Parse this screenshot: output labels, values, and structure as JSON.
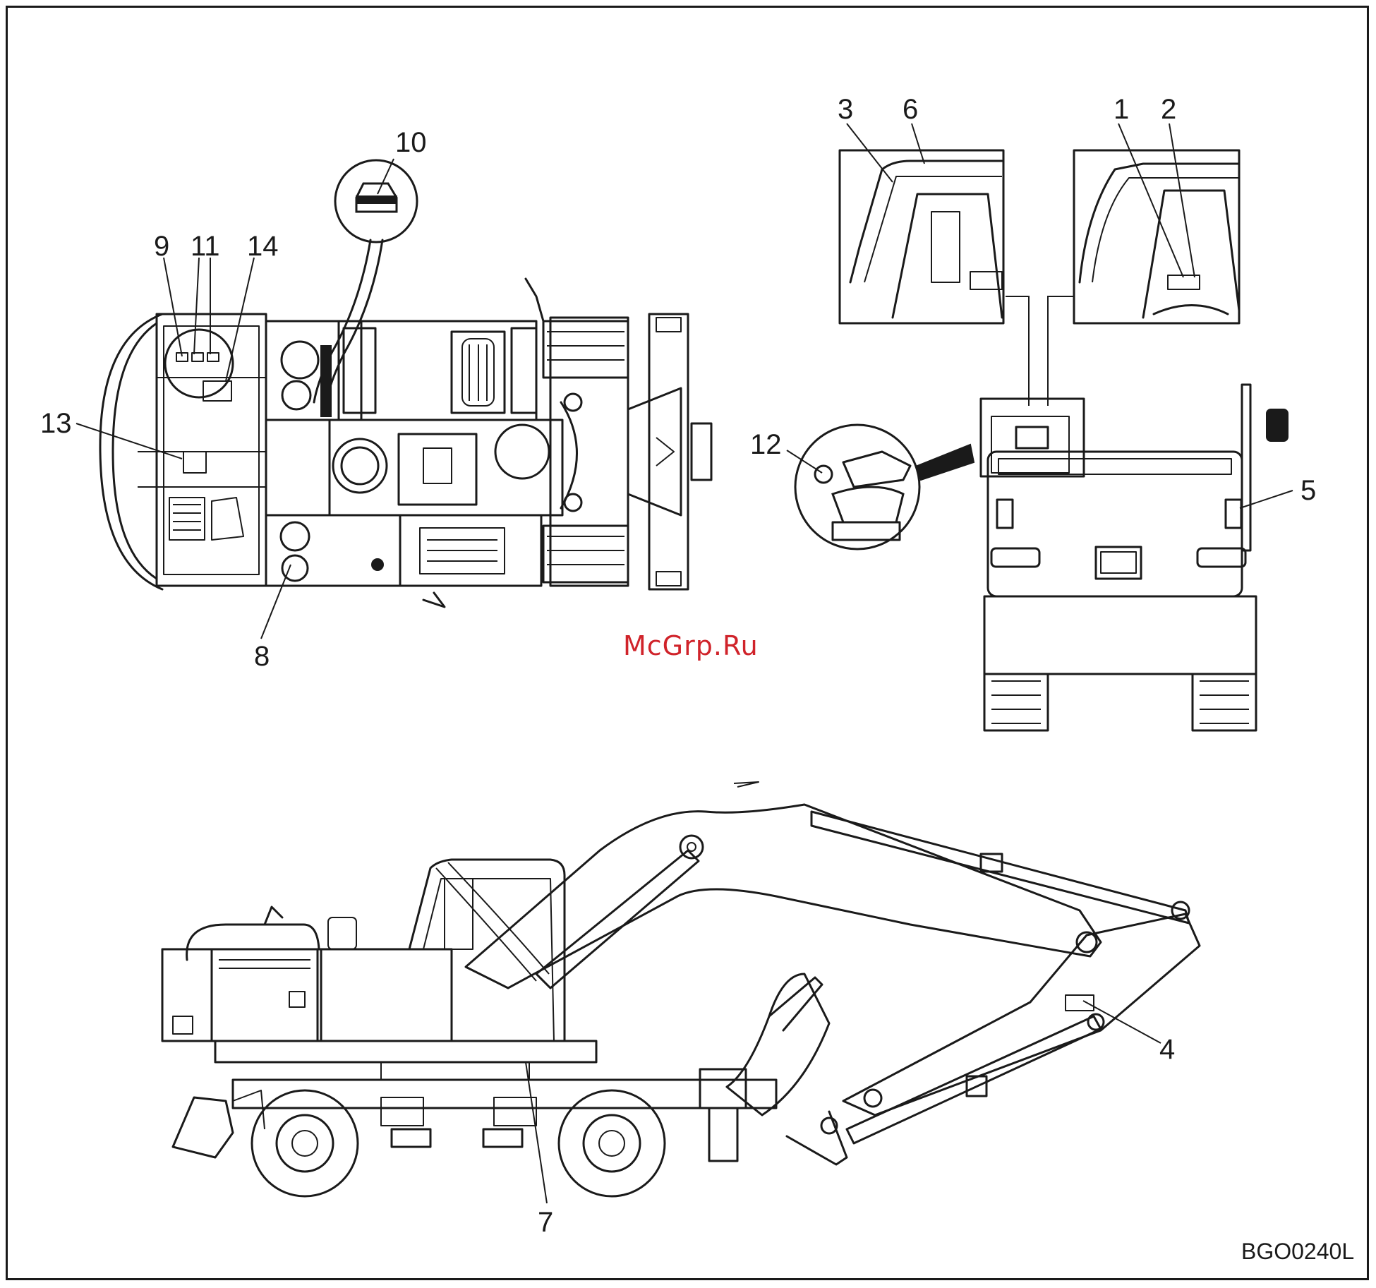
{
  "callouts": {
    "c1": "1",
    "c2": "2",
    "c3": "3",
    "c4": "4",
    "c5": "5",
    "c6": "6",
    "c7": "7",
    "c8": "8",
    "c9": "9",
    "c10": "10",
    "c11": "11",
    "c12": "12",
    "c13": "13",
    "c14": "14"
  },
  "watermark": "McGrp.Ru",
  "figure_code": "BGO0240L"
}
